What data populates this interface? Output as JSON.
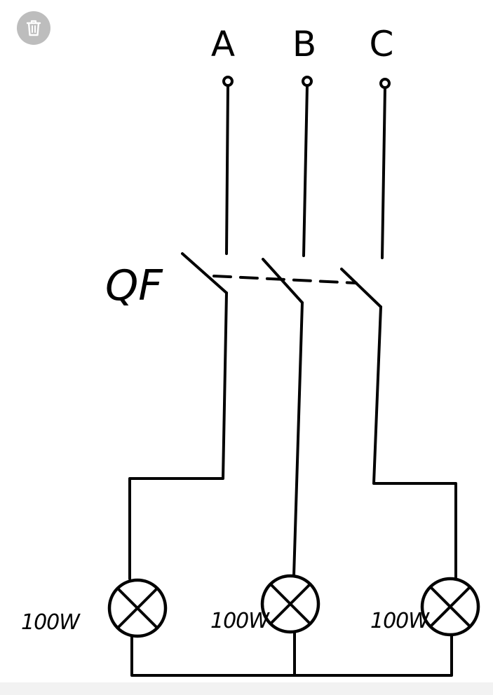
{
  "diagram": {
    "phases": [
      "A",
      "B",
      "C"
    ],
    "breaker_label": "QF",
    "lamps": [
      {
        "rating": "100W"
      },
      {
        "rating": "100W"
      },
      {
        "rating": "100W"
      }
    ]
  },
  "toolbar": {
    "delete_icon": "trash-icon"
  }
}
